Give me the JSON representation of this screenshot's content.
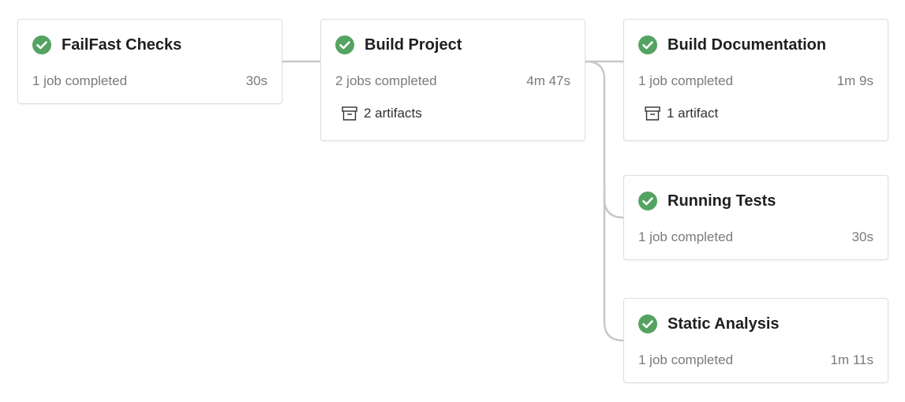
{
  "colors": {
    "success": "#55a362",
    "connector": "#c8c8c8",
    "card_border": "#dedede",
    "title_text": "#201f1e",
    "meta_text": "#7a7a7a"
  },
  "stages": [
    {
      "title": "FailFast Checks",
      "status": "succeeded",
      "status_icon": "check-circle-icon",
      "jobs": "1 job completed",
      "duration": "30s"
    },
    {
      "title": "Build Project",
      "status": "succeeded",
      "status_icon": "check-circle-icon",
      "jobs": "2 jobs completed",
      "duration": "4m 47s",
      "artifacts": {
        "icon": "artifact-box-icon",
        "label": "2 artifacts"
      }
    },
    {
      "title": "Build Documentation",
      "status": "succeeded",
      "status_icon": "check-circle-icon",
      "jobs": "1 job completed",
      "duration": "1m 9s",
      "artifacts": {
        "icon": "artifact-box-icon",
        "label": "1 artifact"
      }
    },
    {
      "title": "Running Tests",
      "status": "succeeded",
      "status_icon": "check-circle-icon",
      "jobs": "1 job completed",
      "duration": "30s"
    },
    {
      "title": "Static Analysis",
      "status": "succeeded",
      "status_icon": "check-circle-icon",
      "jobs": "1 job completed",
      "duration": "1m 11s"
    }
  ]
}
